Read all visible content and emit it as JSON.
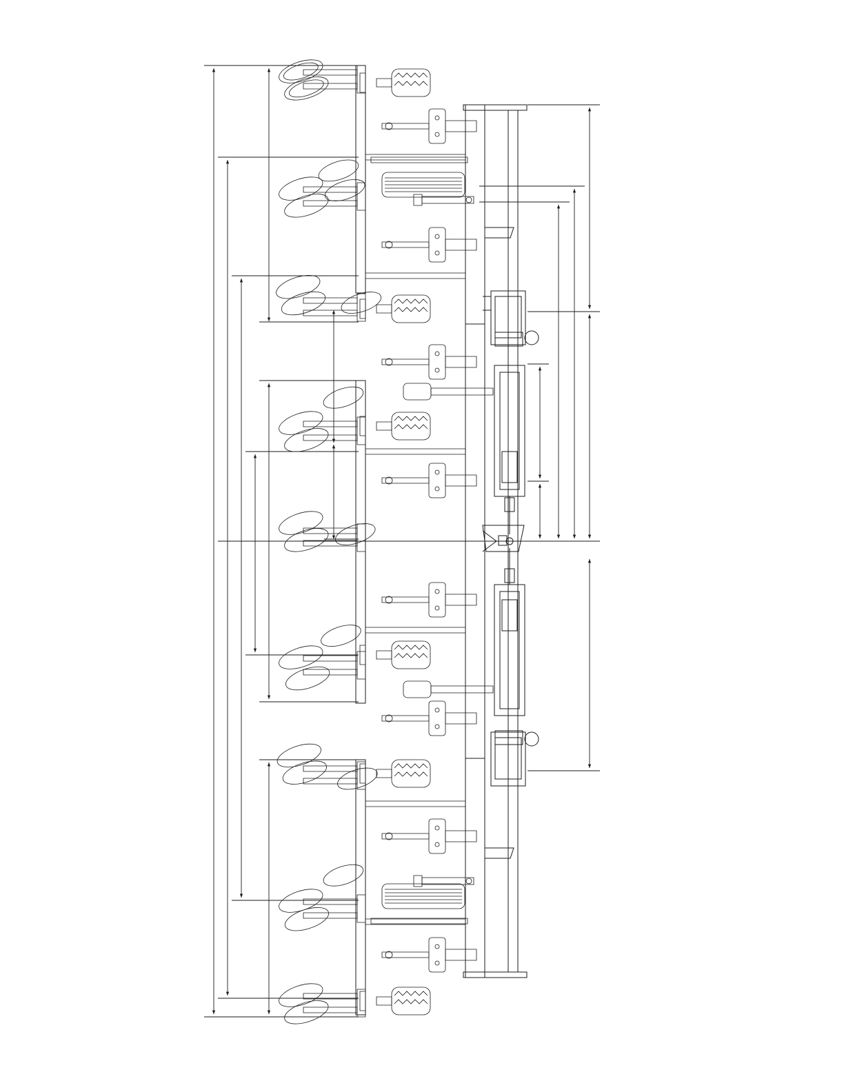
{
  "colors": {
    "ink": "#1a1a1a",
    "paper": "#ffffff"
  },
  "parts": {
    "disc_hillers": 9,
    "ripper_shanks": 8,
    "stabilizer_wheels": 2,
    "row_gauge_tires": 7,
    "hitch_cylinders": 2
  }
}
